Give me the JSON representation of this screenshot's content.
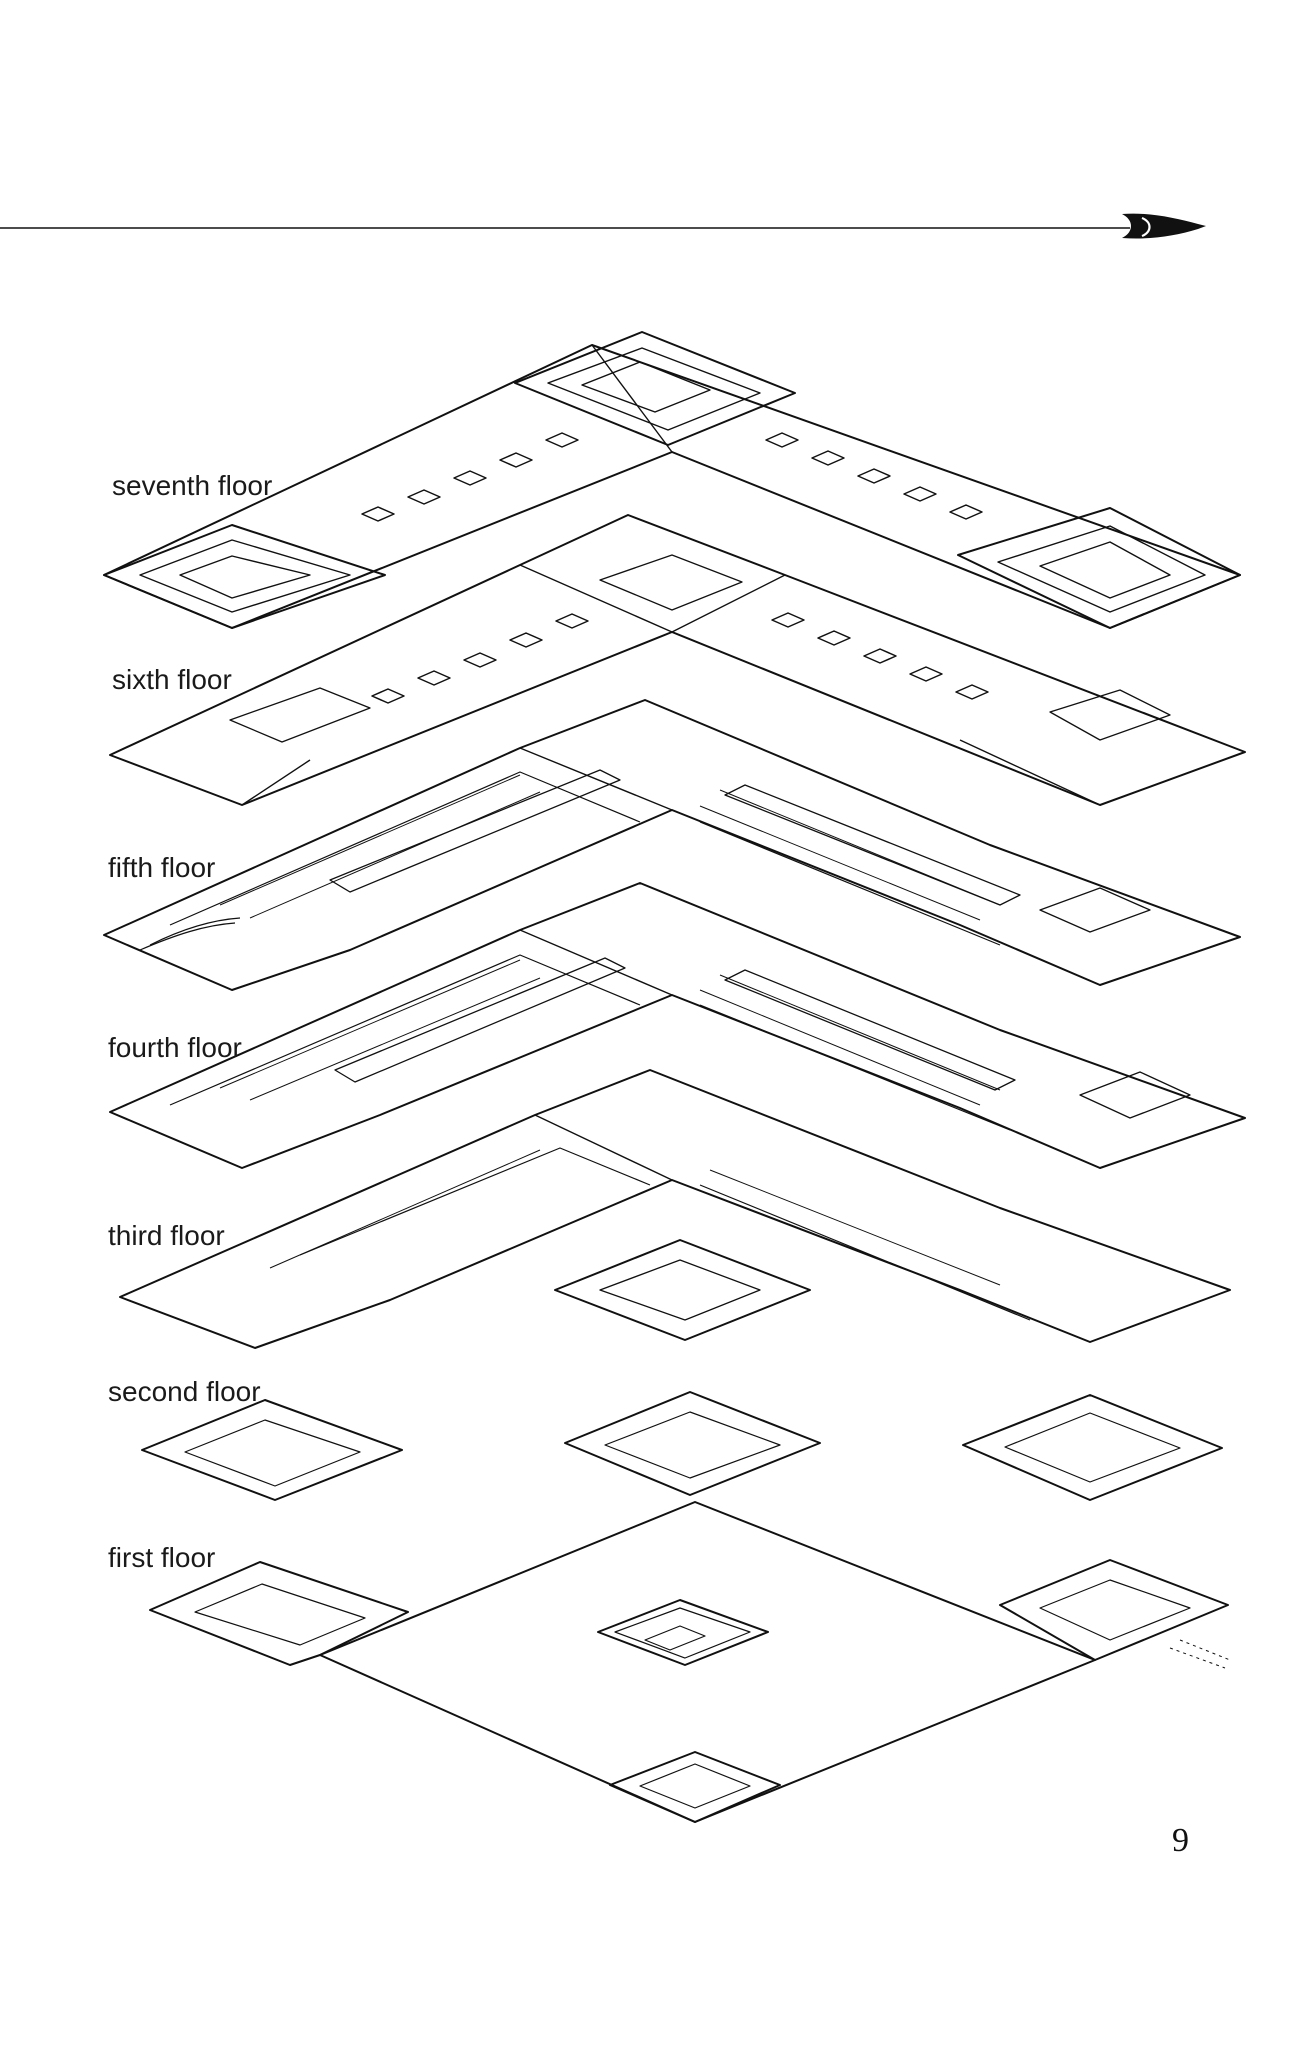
{
  "header": {
    "ornament_icon": "rocket-ship-icon"
  },
  "floors": [
    {
      "key": "seventh",
      "label": "seventh floor"
    },
    {
      "key": "sixth",
      "label": "sixth floor"
    },
    {
      "key": "fifth",
      "label": "fifth floor"
    },
    {
      "key": "fourth",
      "label": "fourth floor"
    },
    {
      "key": "third",
      "label": "third floor"
    },
    {
      "key": "second",
      "label": "second floor"
    },
    {
      "key": "first",
      "label": "first floor"
    }
  ],
  "page": {
    "number": "9"
  }
}
